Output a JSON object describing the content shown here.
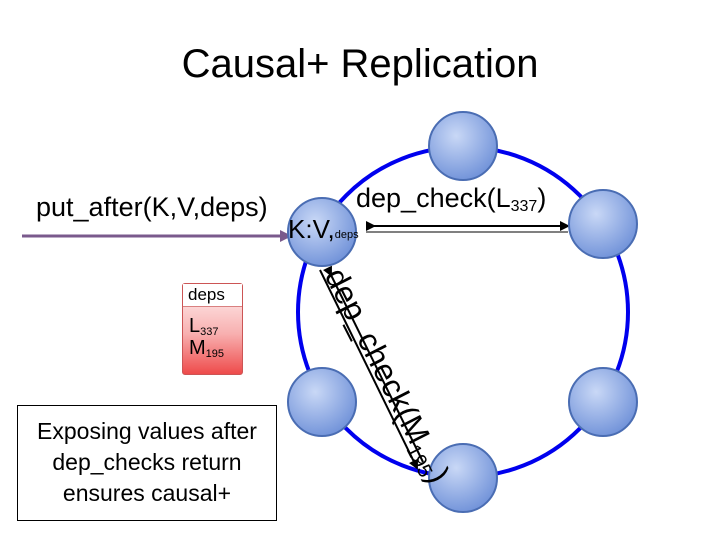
{
  "title": "Causal+ Replication",
  "put_after_label": "put_after(K,V,deps)",
  "kv_label": "K:V,",
  "kv_sub": "deps",
  "dep_check_top": {
    "text": "dep_check(L",
    "sub": "337",
    "close": ")"
  },
  "dep_check_diag": {
    "text": "dep_check(M",
    "sub": "195",
    "close": ")"
  },
  "deps_box": {
    "title": "deps",
    "items": [
      {
        "name": "L",
        "sub": "337"
      },
      {
        "name": "M",
        "sub": "195"
      }
    ]
  },
  "note_lines": [
    "Exposing values after",
    "dep_checks return",
    "ensures causal+"
  ],
  "colors": {
    "ring": "#0000ee",
    "node_fill": "#7b9de0",
    "node_stroke": "#4a6db3",
    "put_arrow": "#7a5a8c",
    "deps_box": "#ee4b4b"
  }
}
